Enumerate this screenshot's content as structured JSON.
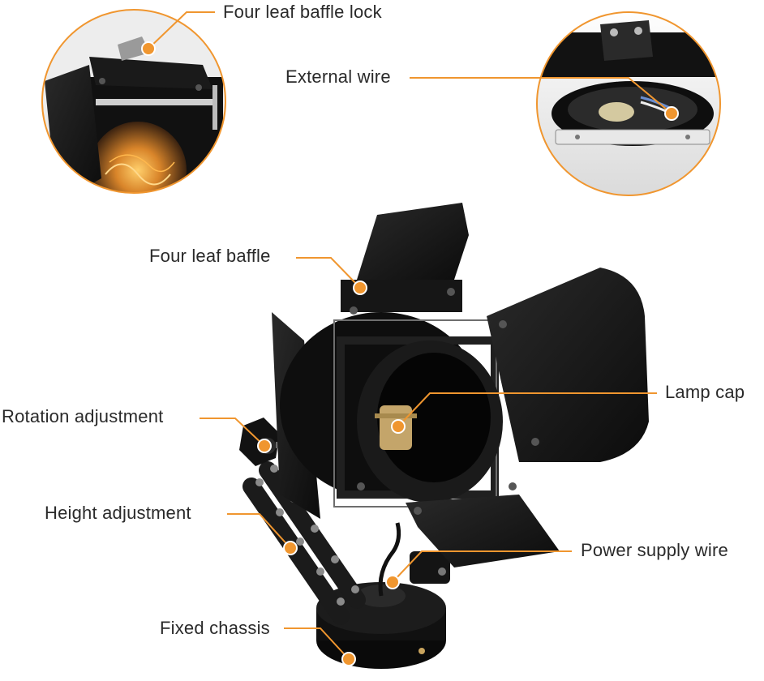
{
  "accent_color": "#f0962f",
  "callouts": {
    "four_leaf_baffle_lock": "Four leaf baffle lock",
    "external_wire": "External wire",
    "four_leaf_baffle": "Four leaf baffle",
    "lamp_cap": "Lamp cap",
    "rotation_adjustment": "Rotation adjustment",
    "height_adjustment": "Height adjustment",
    "power_supply_wire": "Power supply wire",
    "fixed_chassis": "Fixed chassis"
  },
  "icons": [
    "lamp-product-photo",
    "baffle-lock-detail-photo",
    "external-wire-detail-photo",
    "callout-marker-icon"
  ]
}
